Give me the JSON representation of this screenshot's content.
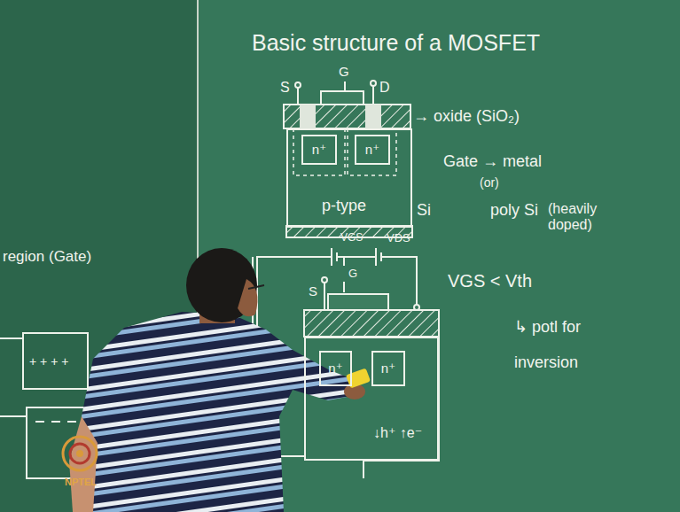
{
  "diagram": {
    "title": "Basic structure of a MOSFET",
    "nodes": [
      {
        "text": [
          "p-type"
        ]
      },
      {
        "text": [
          "n⁺"
        ],
        "in": 0
      },
      {
        "text": [
          "n⁺"
        ],
        "in": 0
      },
      {
        "text": [
          "↓h⁺ ↑e⁻"
        ]
      },
      {
        "text": [
          "n⁺"
        ],
        "in": 3
      },
      {
        "text": [
          "n⁺"
        ],
        "in": 3
      },
      {
        "text": [
          "+ + + +"
        ]
      }
    ],
    "labels": [
      "S",
      "G",
      "D",
      "→ oxide (SiO₂)",
      "Gate → metal",
      "(or)",
      "Si",
      "poly Si",
      "(heavily doped)",
      "VGS",
      "G",
      "VDS",
      "S",
      "VGS < Vth",
      "↳ potl for inversion",
      "region (Gate)",
      "NPTEL"
    ]
  }
}
